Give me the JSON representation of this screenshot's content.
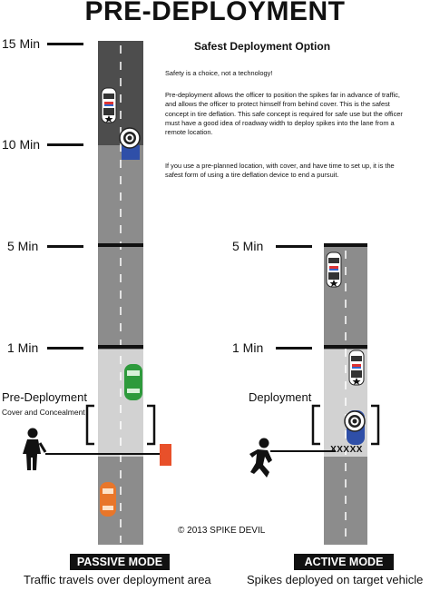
{
  "title": "PRE-DEPLOYMENT",
  "time_labels_left": [
    "15 Min",
    "10 Min",
    "5 Min",
    "1 Min"
  ],
  "time_labels_right": [
    "5 Min",
    "1 Min"
  ],
  "info": {
    "subtitle": "Safest Deployment Option",
    "paragraphs": [
      "Safety is a choice, not a technology!",
      "Pre-deployment allows the officer to position the spikes far in advance of traffic, and allows the officer to protect himself from behind cover. This is the safest concept in tire deflation. This safe concept is required for safe use but the officer must have a good idea of roadway width to deploy spikes into the lane from a remote location.",
      "If you use a pre-planned location, with cover, and have time to set up, it is the safest form of using a tire deflation device to end a pursuit."
    ]
  },
  "left_panel": {
    "label": "Pre-Deployment",
    "sublabel": "Cover and Concealment",
    "mode": "PASSIVE MODE",
    "caption": "Traffic travels over deployment area"
  },
  "right_panel": {
    "label": "Deployment",
    "spike_marks": "XXXXX",
    "mode": "ACTIVE MODE",
    "caption": "Spikes deployed on target vehicle"
  },
  "copyright": "© 2013 SPIKE DEVIL",
  "colors": {
    "road_dark": "#4d4d4d",
    "road_mid": "#8c8c8c",
    "road_light": "#d2d2d2",
    "green_car": "#2e9a3c",
    "orange_car": "#e8762a",
    "spike_box": "#e8502a",
    "blue_car": "#2f4fa8"
  }
}
